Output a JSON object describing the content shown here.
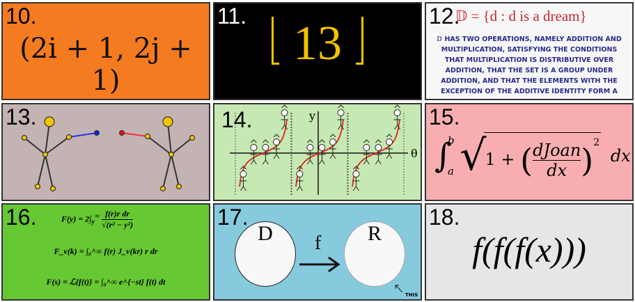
{
  "panels": [
    {
      "number": "10.",
      "formula": "(2i + 1, 2j + 1)",
      "bg": "#f47b20"
    },
    {
      "number": "11.",
      "formula": "13",
      "bg": "#000000",
      "color": "#f2c200"
    },
    {
      "number": "12.",
      "formula": "𝔻 = {d : d is a dream}",
      "text": "𝔻 HAS TWO OPERATIONS, NAMELY ADDITION AND MULTIPLICATION, SATISFYING THE CONDITIONS THAT MULTIPLICATION IS DISTRIBUTIVE OVER ADDITION, THAT THE SET IS A GROUP UNDER ADDITION, AND THAT THE ELEMENTS WITH THE EXCEPTION OF THE ADDITIVE IDENTITY FORM A GROUP UNDER MULTIPLICATION.",
      "bg": "#f7f7f7"
    },
    {
      "number": "13.",
      "bg": "#c4b3b3"
    },
    {
      "number": "14.",
      "y_label": "y",
      "x_label": "θ",
      "bg": "#c6e8b2"
    },
    {
      "number": "15.",
      "lower": "a",
      "upper": "b",
      "numerator": "dJoan",
      "denominator": "dx",
      "exponent": "2",
      "tail": "dx",
      "bg": "#f8aeb0"
    },
    {
      "number": "16.",
      "formulas": [
        "F(y) = 2∫",
        "F_ν(k) = ∫₀^∞ f(r) J_ν(kr) r dr",
        "F(s) = ℒ{f(t)} = ∫₀^∞ e^{−st} f(t) dt"
      ],
      "f1_num": "f(r)r dr",
      "f1_den": "√(r² − y²)",
      "f1_lower": "y",
      "f1_upper": "∞",
      "bg": "#66c832"
    },
    {
      "number": "17.",
      "domain": "D",
      "map": "f",
      "range": "R",
      "note": "THIS",
      "bg": "#86cade"
    },
    {
      "number": "18.",
      "formula": "f(f(f(x)))",
      "bg": "#e6e6e6"
    }
  ]
}
